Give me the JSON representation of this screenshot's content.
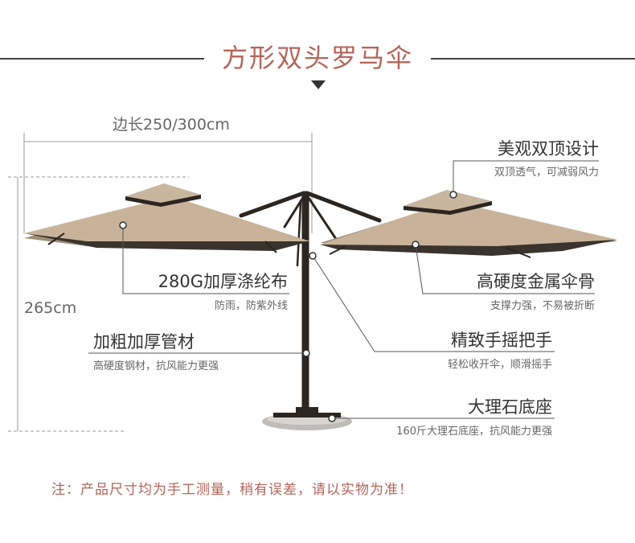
{
  "header": {
    "title": "方形双头罗马伞"
  },
  "dimensions": {
    "width_label": "边长250/300cm",
    "height_label": "265cm"
  },
  "features": [
    {
      "title": "美观双顶设计",
      "subtitle": "双顶透气，可减弱风力"
    },
    {
      "title": "280G加厚涤纶布",
      "subtitle": "防雨，防紫外线"
    },
    {
      "title": "高硬度金属伞骨",
      "subtitle": "支撑力强，不易被折断"
    },
    {
      "title": "加粗加厚管材",
      "subtitle": "高硬度钢材，抗风能力更强"
    },
    {
      "title": "精致手摇把手",
      "subtitle": "轻松收开伞，顺滑摇手"
    },
    {
      "title": "大理石底座",
      "subtitle": "160斤大理石底座，抗风能力更强"
    }
  ],
  "footer": {
    "note": "注：产品尺寸均为手工测量，稍有误差，请以实物为准！"
  },
  "colors": {
    "accent": "#b5655a",
    "canopy": "#c8b39a",
    "frame": "#2b2621"
  }
}
